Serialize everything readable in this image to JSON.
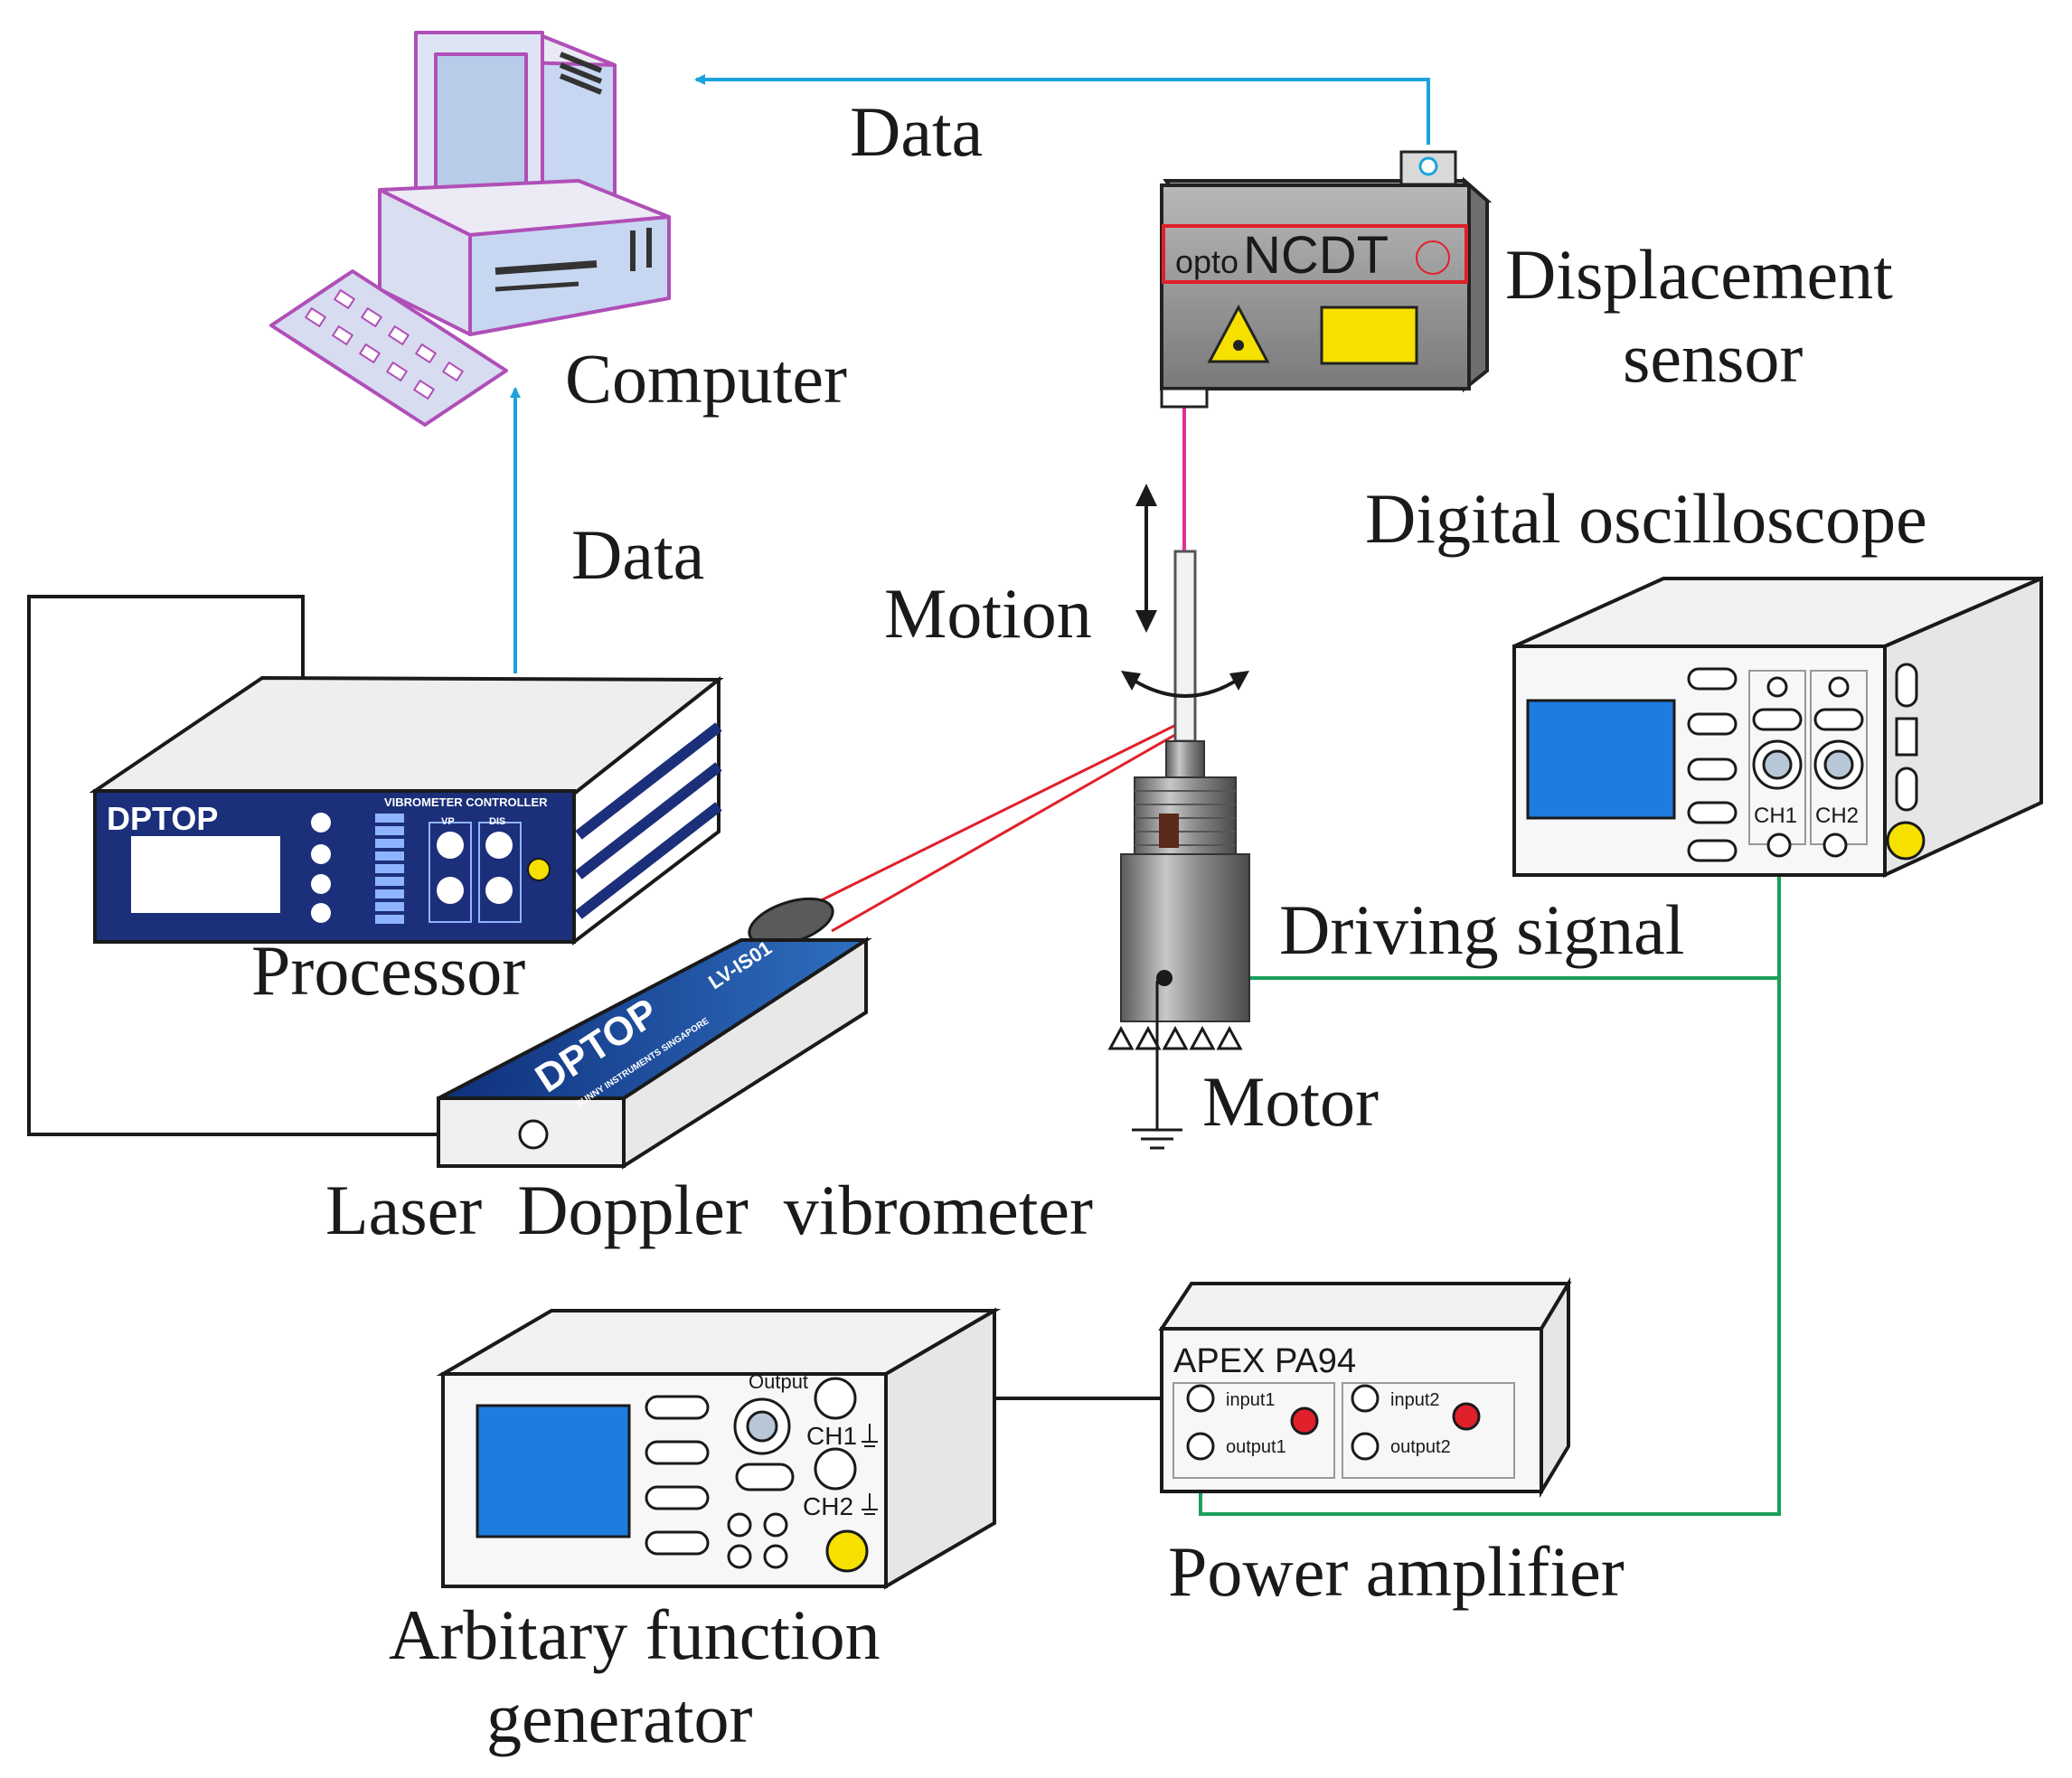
{
  "labels": {
    "data_top": "Data",
    "data_left": "Data",
    "computer": "Computer",
    "displacement_line1": "Displacement",
    "displacement_line2": "sensor",
    "digital_oscilloscope": "Digital oscilloscope",
    "motion": "Motion",
    "processor": "Processor",
    "driving_signal": "Driving signal",
    "motor": "Motor",
    "ldv": "Laser  Doppler  vibrometer",
    "power_amplifier": "Power amplifier",
    "afg_line1": "Arbitary function",
    "afg_line2": "generator"
  },
  "device_text": {
    "sensor_opto": "opto",
    "sensor_ncdt": "NCDT",
    "processor_brand": "DPTOP",
    "processor_panel": "VIBROMETER CONTROLLER",
    "processor_vp": "VP",
    "processor_dis": "DIS",
    "ldv_brand": "DPTOP",
    "ldv_model": "LV-IS01",
    "ldv_sub": "SUNNY INSTRUMENTS SINGAPORE",
    "osc_ch1": "CH1",
    "osc_ch2": "CH2",
    "amp_title": "APEX PA94",
    "amp_input1": "input1",
    "amp_output1": "output1",
    "amp_input2": "input2",
    "amp_output2": "output2",
    "afg_output": "Output",
    "afg_ch1": "CH1",
    "afg_ch2": "CH2"
  },
  "colors": {
    "data_link": "#1aa3dc",
    "driving_link": "#1aa05a",
    "laser_beam": "#e0202a",
    "sensor_beam": "#e0309a",
    "screen_blue": "#1e7be0",
    "warning_yellow": "#f5e000",
    "computer_outline": "#b04fb8",
    "processor_blue": "#1c2f7a"
  }
}
